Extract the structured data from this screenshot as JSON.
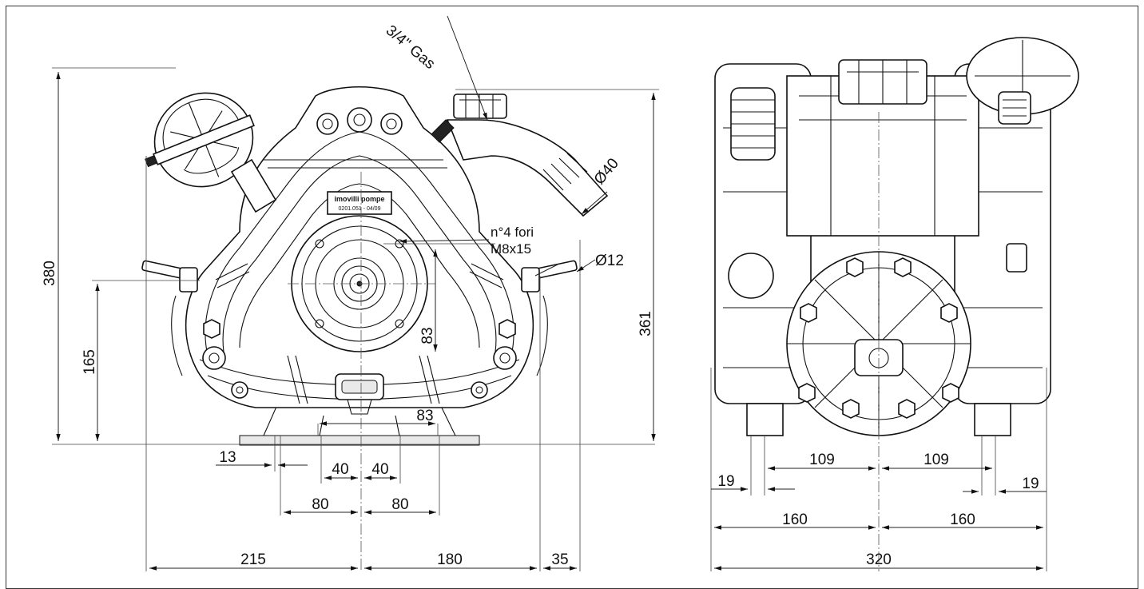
{
  "labels": {
    "gas": "3/4\" Gas",
    "dia40": "Ø40",
    "dia12": "Ø12",
    "holes_line1": "n°4 fori",
    "holes_line2": "M8x15",
    "brand": "imovilli pompe",
    "code": "0201.051 - 04/09"
  },
  "dimensions": {
    "d380": "380",
    "d165": "165",
    "d361": "361",
    "d83v": "83",
    "d83h": "83",
    "d13": "13",
    "d40a": "40",
    "d40b": "40",
    "d80a": "80",
    "d80b": "80",
    "d215": "215",
    "d180": "180",
    "d35": "35",
    "d109a": "109",
    "d109b": "109",
    "d19a": "19",
    "d19b": "19",
    "d160a": "160",
    "d160b": "160",
    "d320": "320"
  },
  "colors": {
    "line": "#111111",
    "fill": "#ffffff",
    "shade": "#e9e9e9"
  }
}
